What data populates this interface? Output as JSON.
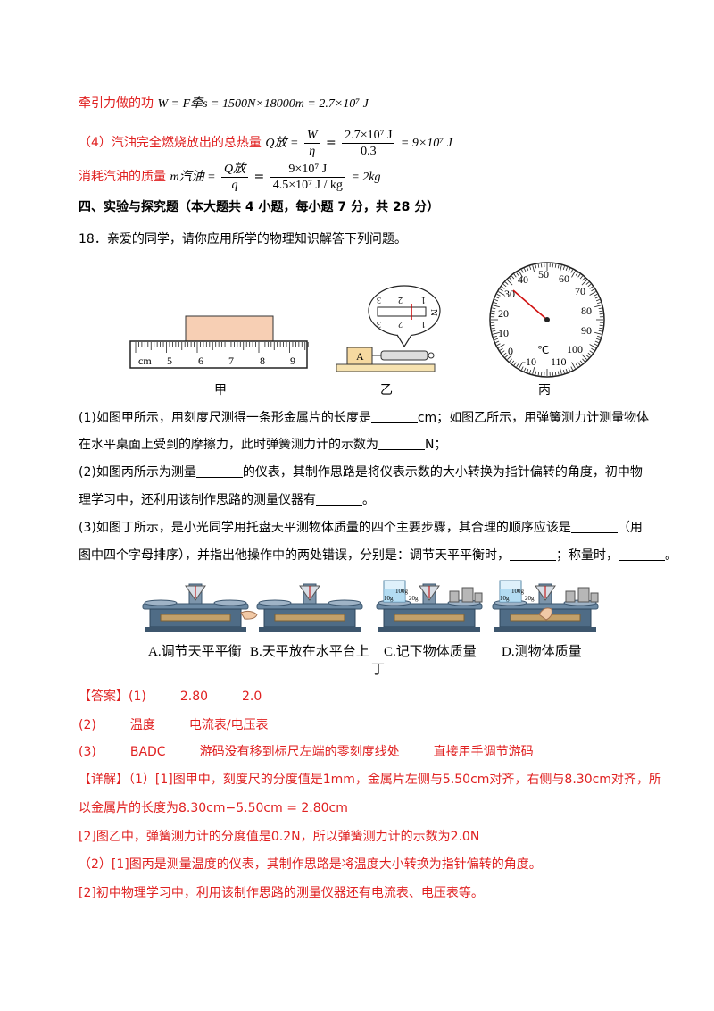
{
  "top": {
    "line1_label": "牵引力做的功",
    "line1_formula": "W = F牵s = 1500N×18000m = 2.7×10⁷ J",
    "line2_label": "（4）汽油完全燃烧放出的总热量",
    "line2_lhs": "Q放 =",
    "line2_num1": "W",
    "line2_den1": "η",
    "line2_eq": "=",
    "line2_num2": "2.7×10⁷ J",
    "line2_den2": "0.3",
    "line2_rhs": "= 9×10⁷ J",
    "line3_label": "消耗汽油的质量",
    "line3_lhs": "m汽油 =",
    "line3_num1": "Q放",
    "line3_den1": "q",
    "line3_eq": "=",
    "line3_num2": "9×10⁷ J",
    "line3_den2": "4.5×10⁷ J / kg",
    "line3_rhs": "= 2kg"
  },
  "section": {
    "heading": "四、实验与探究题（本大题共 4 小题，每小题 7 分，共 28 分）"
  },
  "question": {
    "stem": "18．亲爱的同学，请你应用所学的物理知识解答下列问题。",
    "p1a": "(1)如图甲所示，用刻度尺测得一条形金属片的长度是",
    "p1b": "cm；如图乙所示，用弹簧测力计测量物体",
    "p1c": "在水平桌面上受到的摩擦力，此时弹簧测力计的示数为",
    "p1d": "N；",
    "p2a": "(2)如图丙所示为测量",
    "p2b": "的仪表，其制作思路是将仪表示数的大小转换为指针偏转的角度，初中物",
    "p2c": "理学习中，还利用该制作思路的测量仪器有",
    "p2d": "。",
    "p3a": "(3)如图丁所示，是小光同学用托盘天平测物体质量的四个主要步骤，其合理的顺序应该是",
    "p3b": "（用",
    "p3c": "图中四个字母排序），并指出他操作中的两处错误，分别是：调节天平平衡时，",
    "p3d": "；称量时，",
    "p3e": "。"
  },
  "figures": {
    "jia_label": "甲",
    "yi_label": "乙",
    "bing_label": "丙",
    "ding_label": "丁",
    "ruler_unit": "cm",
    "ruler_ticks": [
      "5",
      "6",
      "7",
      "8",
      "9"
    ],
    "block_label": "A",
    "spring_top_nums": [
      "3",
      "2",
      "1"
    ],
    "spring_bottom_nums": [
      "3",
      "2",
      "1"
    ],
    "spring_unit": "N",
    "gauge_numbers": [
      "40",
      "50",
      "60",
      "70",
      "80",
      "90",
      "100",
      "110",
      "30",
      "20",
      "10",
      "0",
      "-10"
    ],
    "gauge_unit": "℃",
    "weights_1": [
      "100g",
      "10g",
      "20g"
    ],
    "weights_2": [
      "100g",
      "10g",
      "20g"
    ],
    "balance_captions": [
      "A.调节天平平衡",
      "B.天平放在水平台上",
      "C.记下物体质量",
      "D.测物体质量"
    ]
  },
  "answer": {
    "tag": "【答案】",
    "r1_num": "(1)",
    "r1_v1": "2.80",
    "r1_v2": "2.0",
    "r2_num": "(2)",
    "r2_v1": "温度",
    "r2_v2": "电流表/电压表",
    "r3_num": "(3)",
    "r3_v1": "BADC",
    "r3_v2": "游码没有移到标尺左端的零刻度线处",
    "r3_v3": "直接用手调节游码"
  },
  "detail": {
    "tag": "【详解】",
    "d1a": "（1）[1]图甲中，刻度尺的分度值是1mm，金属片左侧与5.50cm对齐，右侧与8.30cm对齐，所",
    "d1b": "以金属片的长度为8.30cm−5.50cm = 2.80cm",
    "d2": "[2]图乙中，弹簧测力计的分度值是0.2N，所以弹簧测力计的示数为2.0N",
    "d3": "（2）[1]图丙是测量温度的仪表，其制作思路是将温度大小转换为指针偏转的角度。",
    "d4": "[2]初中物理学习中，利用该制作思路的测量仪器还有电流表、电压表等。"
  }
}
